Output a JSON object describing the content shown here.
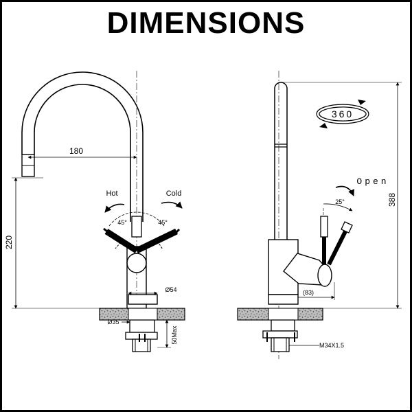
{
  "header": {
    "title": "DIMENSIONS"
  },
  "front_view": {
    "reach": "180",
    "height": "220",
    "hot_label": "Hot",
    "cold_label": "Cold",
    "hot_angle": "45°",
    "cold_angle": "45°",
    "body_diameter": "Ø54",
    "hole_diameter": "Ø35",
    "deck_max": "50Max"
  },
  "side_view": {
    "rotation": "360",
    "open_label": "Open",
    "lever_angle": "25°",
    "lever_reach": "(83)",
    "total_height": "388",
    "thread": "M34X1.5"
  }
}
